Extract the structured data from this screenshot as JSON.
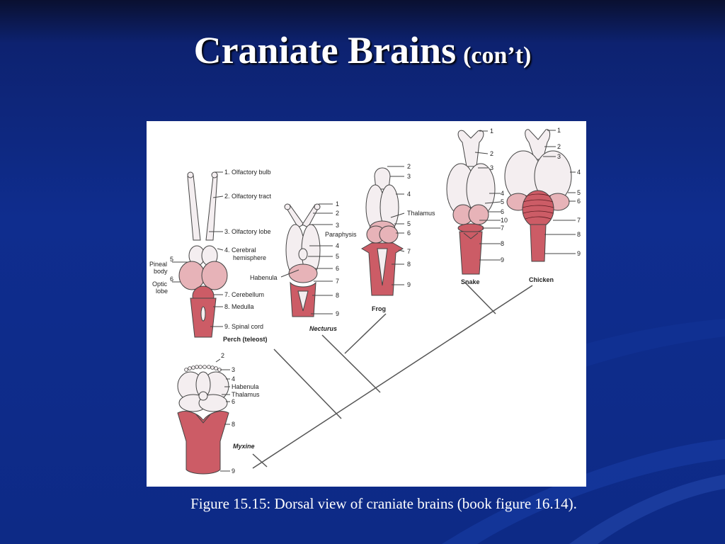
{
  "slide": {
    "title": "Craniate Brains",
    "title_suffix": "(con’t)",
    "caption": "Figure 15.15: Dorsal view of craniate brains (book figure 16.14)."
  },
  "figure": {
    "perch": {
      "name": "Perch (teleost)",
      "labels": [
        "1. Olfactory bulb",
        "2. Olfactory tract",
        "3. Olfactory lobe",
        "4. Cerebral",
        "hemisphere",
        "7. Cerebellum",
        "8. Medulla",
        "9. Spinal cord"
      ],
      "left_labels": [
        "5",
        "Pineal",
        "body",
        "6",
        "Optic",
        "lobe"
      ]
    },
    "necturus": {
      "name": "Necturus",
      "labels": [
        "1",
        "2",
        "3",
        "Paraphysis",
        "4",
        "5",
        "6",
        "7",
        "8",
        "9",
        "Habenula"
      ]
    },
    "frog": {
      "name": "Frog",
      "labels": [
        "2",
        "3",
        "4",
        "Thalamus",
        "5",
        "6",
        "7",
        "8",
        "9"
      ]
    },
    "snake": {
      "name": "Snake",
      "labels": [
        "1",
        "2",
        "3",
        "4",
        "5",
        "6",
        "10",
        "7",
        "8",
        "9"
      ]
    },
    "chicken": {
      "name": "Chicken",
      "labels": [
        "1",
        "2",
        "3",
        "4",
        "5",
        "6",
        "7",
        "8",
        "9"
      ]
    },
    "myxine": {
      "name": "Myxine",
      "labels": [
        "2",
        "3",
        "4",
        "Habenula",
        "Thalamus",
        "6",
        "8",
        "9"
      ]
    }
  },
  "colors": {
    "background": "#0f2d8e",
    "brain_pale": "#f4eef0",
    "brain_pink": "#e7b3b8",
    "brain_red": "#cc5c66"
  }
}
